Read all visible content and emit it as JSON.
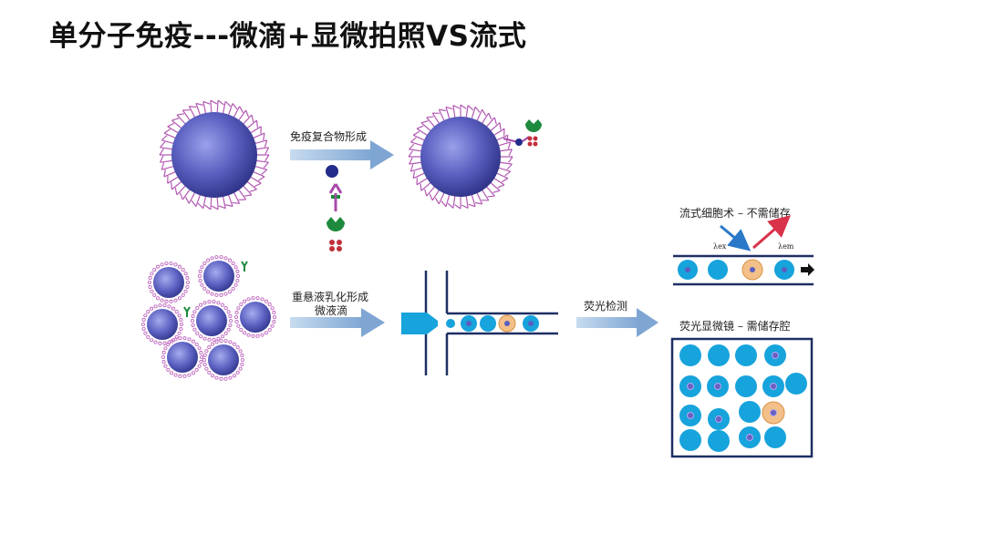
{
  "slide": {
    "title": "单分子免疫---微滴+显微拍照VS流式"
  },
  "diagram": {
    "step1_label": "免疫复合物形成",
    "step2_label_line1": "重悬液乳化形成",
    "step2_label_line2": "微液滴",
    "step3_label": "荧光检测",
    "flow_label": "流式细胞术 – 不需储存",
    "lambda_ex": "λex",
    "lambda_em": "λem",
    "microscope_label": "荧光显微镜 – 需储存腔"
  },
  "colors": {
    "bead_blue": "#4b4fa8",
    "bead_light": "#8f95e0",
    "droplet_cyan": "#17a3dc",
    "antibody_purple": "#a84aa8",
    "antibody_green": "#1d8a3d",
    "enzyme_red": "#c0303a",
    "channel_navy": "#1e2f63",
    "arrow_blue": "#8fb4dc",
    "ex_arrow": "#2a78c8",
    "em_arrow": "#d8334a",
    "positive_droplet": "#f3c08a"
  }
}
